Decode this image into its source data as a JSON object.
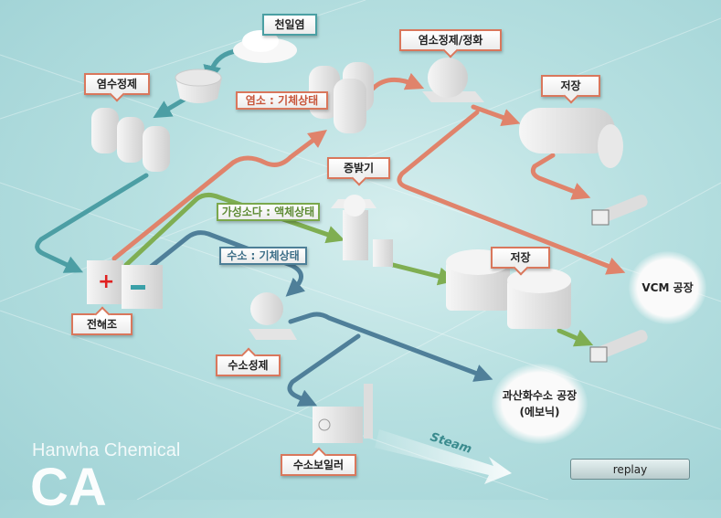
{
  "labels": {
    "sea_salt": "천일염",
    "brine_purification": "염수정제",
    "chlorine_gas": "염소 : 기체상태",
    "chlorine_purification": "염소정제/정화",
    "storage_top": "저장",
    "evaporator": "증발기",
    "caustic_soda_liquid": "가성소다 : 액체상태",
    "hydrogen_gas": "수소 : 기체상태",
    "storage_mid": "저장",
    "electrolyzer": "전해조",
    "hydrogen_purification": "수소정제",
    "hydrogen_boiler": "수소보일러"
  },
  "destinations": {
    "vcm_plant": "VCM 공장",
    "peroxide_plant": "과산화수소 공장",
    "peroxide_company": "(에보닉)"
  },
  "steam": "Steam",
  "brand": {
    "company": "Hanwha Chemical",
    "product": "CA"
  },
  "replay_label": "replay",
  "colors": {
    "chlorine": "#e0836b",
    "caustic": "#7fae52",
    "hydrogen": "#4f7f99",
    "brine": "#4c9ea4"
  }
}
